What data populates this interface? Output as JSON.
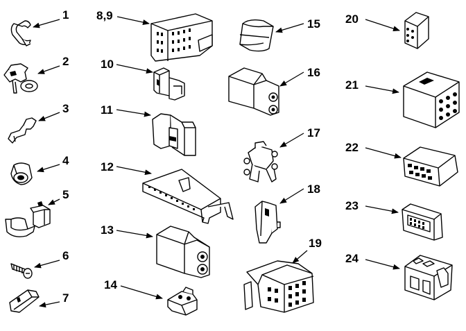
{
  "diagram": {
    "callouts": [
      {
        "id": "p1",
        "label": "1"
      },
      {
        "id": "p2",
        "label": "2"
      },
      {
        "id": "p3",
        "label": "3"
      },
      {
        "id": "p4",
        "label": "4"
      },
      {
        "id": "p5",
        "label": "5"
      },
      {
        "id": "p6",
        "label": "6"
      },
      {
        "id": "p7",
        "label": "7"
      },
      {
        "id": "p8",
        "label": "8,9"
      },
      {
        "id": "p10",
        "label": "10"
      },
      {
        "id": "p11",
        "label": "11"
      },
      {
        "id": "p12",
        "label": "12"
      },
      {
        "id": "p13",
        "label": "13"
      },
      {
        "id": "p14",
        "label": "14"
      },
      {
        "id": "p15",
        "label": "15"
      },
      {
        "id": "p16",
        "label": "16"
      },
      {
        "id": "p17",
        "label": "17"
      },
      {
        "id": "p18",
        "label": "18"
      },
      {
        "id": "p19",
        "label": "19"
      },
      {
        "id": "p20",
        "label": "20"
      },
      {
        "id": "p21",
        "label": "21"
      },
      {
        "id": "p22",
        "label": "22"
      },
      {
        "id": "p23",
        "label": "23"
      },
      {
        "id": "p24",
        "label": "24"
      }
    ]
  }
}
